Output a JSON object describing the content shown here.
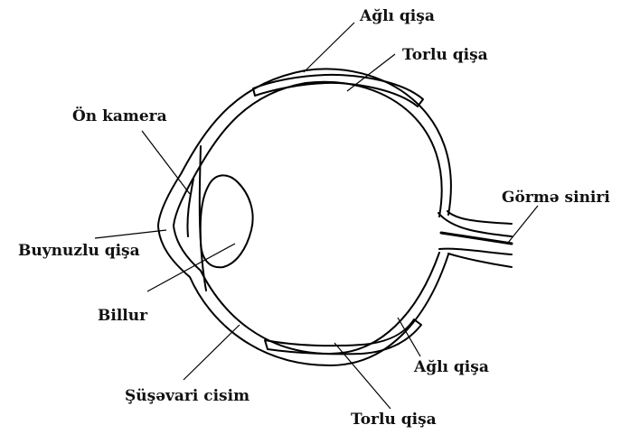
{
  "labels": {
    "sclera_top": "Ağlı qişa",
    "retina_top": "Torlu qişa",
    "anterior_chamber": "Ön kamera",
    "optic_nerve": "Görmə siniri",
    "cornea": "Buynuzlu qişa",
    "lens": "Billur",
    "sclera_bottom": "Ağlı qişa",
    "vitreous_body": "Şüşəvari cisim",
    "retina_bottom": "Torlu qişa"
  },
  "colors": {
    "background": "#ffffff",
    "stroke": "#000000",
    "text": "#111111"
  }
}
